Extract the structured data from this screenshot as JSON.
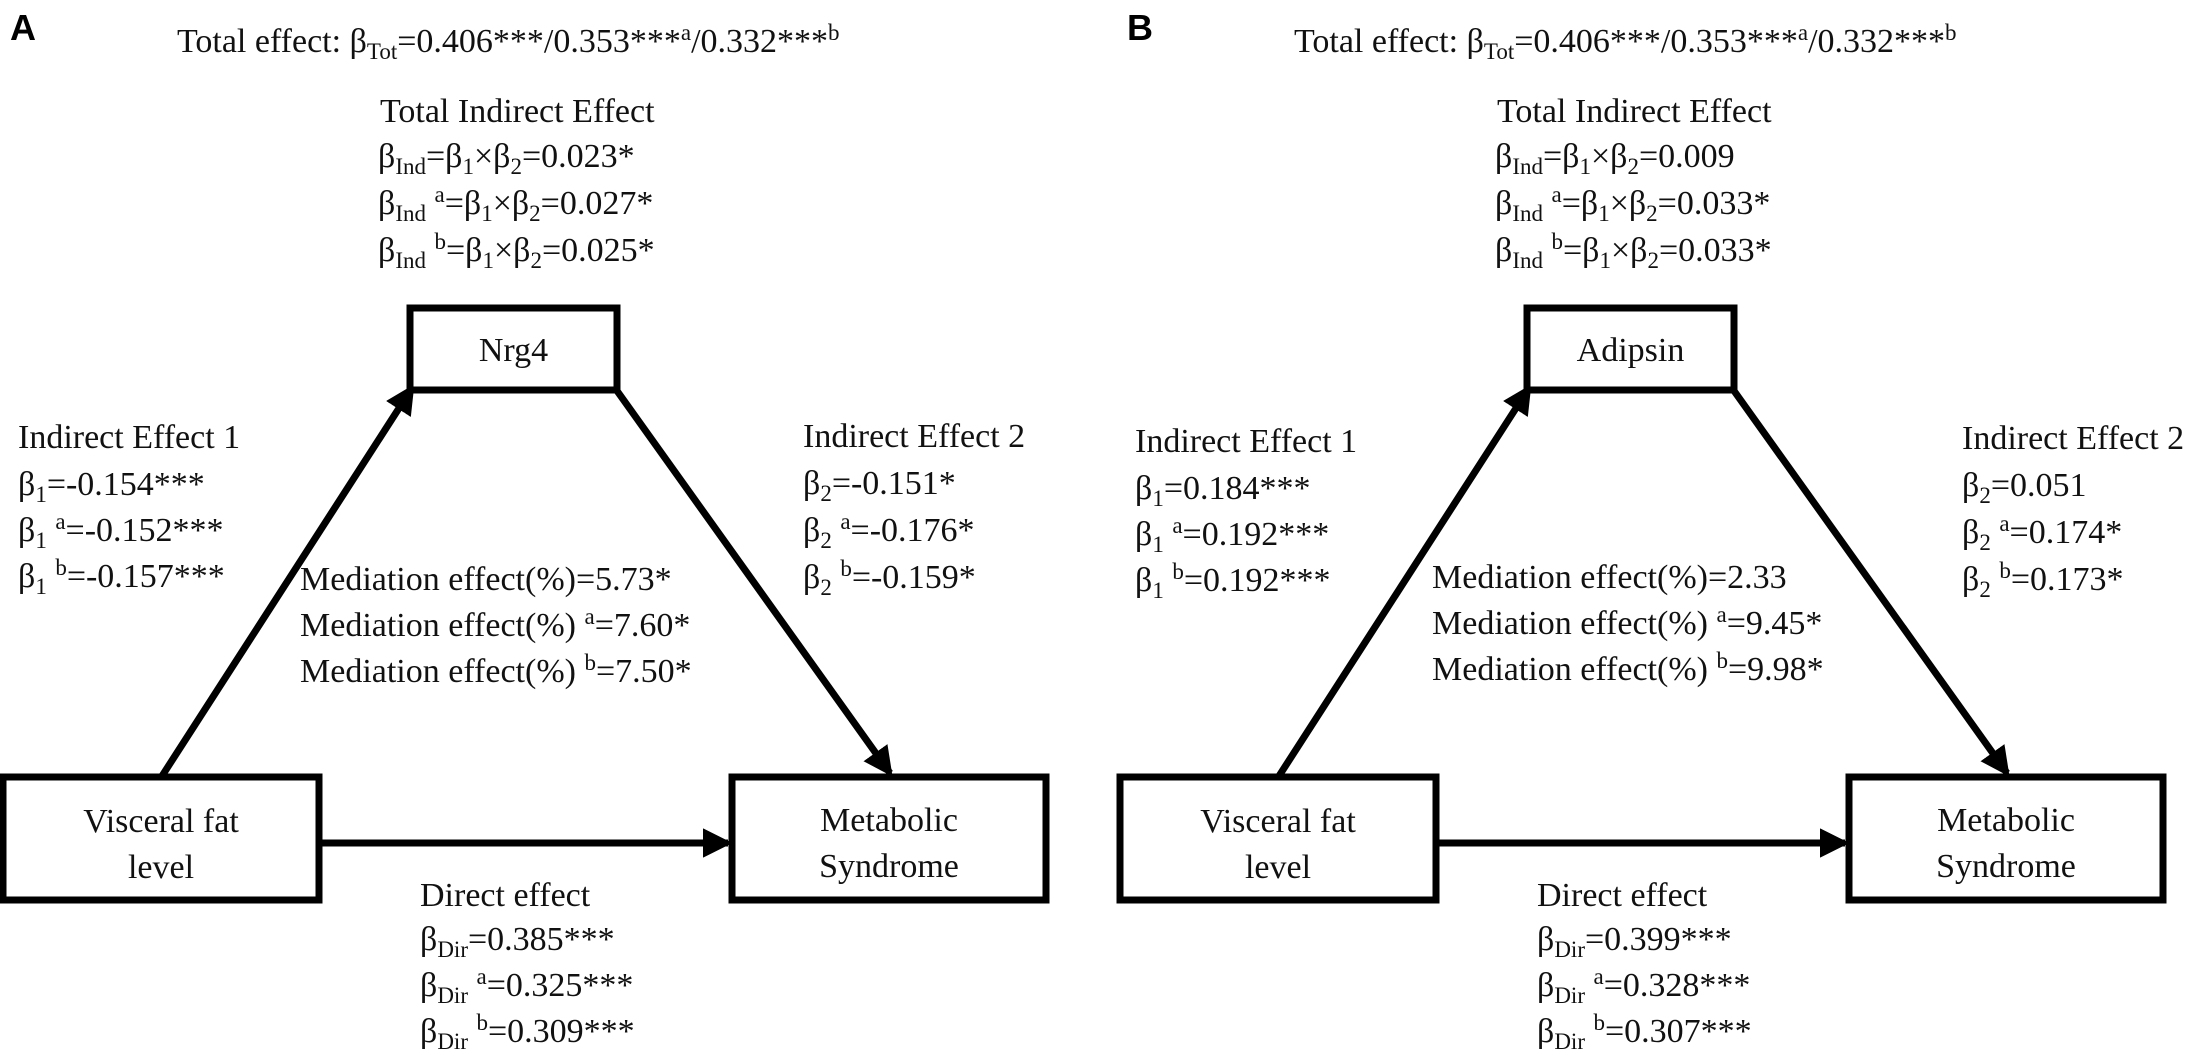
{
  "panels": [
    {
      "label": "A",
      "total_effect": {
        "prefix": "Total effect: ",
        "beta": "β",
        "sub": "Tot",
        "value": "=0.406***/0.353***",
        "sup_a": "a",
        "value2": "/0.332***",
        "sup_b": "b"
      },
      "total_indirect": {
        "title": "Total Indirect Effect",
        "lines": [
          {
            "sup": "",
            "value": "0.023*"
          },
          {
            "sup": "a",
            "value": "0.027*"
          },
          {
            "sup": "b",
            "value": "0.025*"
          }
        ]
      },
      "mediator": {
        "label": "Nrg4"
      },
      "exposure": {
        "line1": "Visceral fat",
        "line2": "level"
      },
      "outcome": {
        "line1": "Metabolic",
        "line2": "Syndrome"
      },
      "indirect1": {
        "title": "Indirect Effect 1",
        "lines": [
          {
            "sup": "",
            "value": "=-0.154***"
          },
          {
            "sup": "a",
            "value": "=-0.152***"
          },
          {
            "sup": "b",
            "value": "=-0.157***"
          }
        ]
      },
      "indirect2": {
        "title": "Indirect Effect 2",
        "lines": [
          {
            "sup": "",
            "value": "=-0.151*"
          },
          {
            "sup": "a",
            "value": "=-0.176*"
          },
          {
            "sup": "b",
            "value": "=-0.159*"
          }
        ]
      },
      "mediation": [
        {
          "label": "Mediation effect(%)",
          "sup": "",
          "value": "=5.73*"
        },
        {
          "label": "Mediation effect(%)",
          "sup": "a",
          "value": "=7.60*"
        },
        {
          "label": "Mediation effect(%)",
          "sup": "b",
          "value": "=7.50*"
        }
      ],
      "direct": {
        "title": "Direct effect",
        "lines": [
          {
            "sup": "",
            "value": "=0.385***"
          },
          {
            "sup": "a",
            "value": "=0.325***"
          },
          {
            "sup": "b",
            "value": "=0.309***"
          }
        ]
      }
    },
    {
      "label": "B",
      "total_effect": {
        "prefix": "Total effect: ",
        "beta": "β",
        "sub": "Tot",
        "value": "=0.406***/0.353***",
        "sup_a": "a",
        "value2": "/0.332***",
        "sup_b": "b"
      },
      "total_indirect": {
        "title": "Total Indirect Effect",
        "lines": [
          {
            "sup": "",
            "value": "0.009"
          },
          {
            "sup": "a",
            "value": "0.033*"
          },
          {
            "sup": "b",
            "value": "0.033*"
          }
        ]
      },
      "mediator": {
        "label": "Adipsin"
      },
      "exposure": {
        "line1": "Visceral fat",
        "line2": "level"
      },
      "outcome": {
        "line1": "Metabolic",
        "line2": "Syndrome"
      },
      "indirect1": {
        "title": "Indirect Effect 1",
        "lines": [
          {
            "sup": "",
            "value": "=0.184***"
          },
          {
            "sup": "a",
            "value": "=0.192***"
          },
          {
            "sup": "b",
            "value": "=0.192***"
          }
        ]
      },
      "indirect2": {
        "title": "Indirect Effect 2",
        "lines": [
          {
            "sup": "",
            "value": "=0.051"
          },
          {
            "sup": "a",
            "value": "=0.174*"
          },
          {
            "sup": "b",
            "value": "=0.173*"
          }
        ]
      },
      "mediation": [
        {
          "label": "Mediation effect(%)",
          "sup": "",
          "value": "=2.33"
        },
        {
          "label": "Mediation effect(%)",
          "sup": "a",
          "value": "=9.45*"
        },
        {
          "label": "Mediation effect(%)",
          "sup": "b",
          "value": "=9.98*"
        }
      ],
      "direct": {
        "title": "Direct effect",
        "lines": [
          {
            "sup": "",
            "value": "=0.399***"
          },
          {
            "sup": "a",
            "value": "=0.328***"
          },
          {
            "sup": "b",
            "value": "=0.307***"
          }
        ]
      }
    }
  ],
  "symbols": {
    "beta": "β",
    "times": "×",
    "ind": "Ind",
    "dir": "Dir",
    "b1": "1",
    "b2": "2"
  }
}
